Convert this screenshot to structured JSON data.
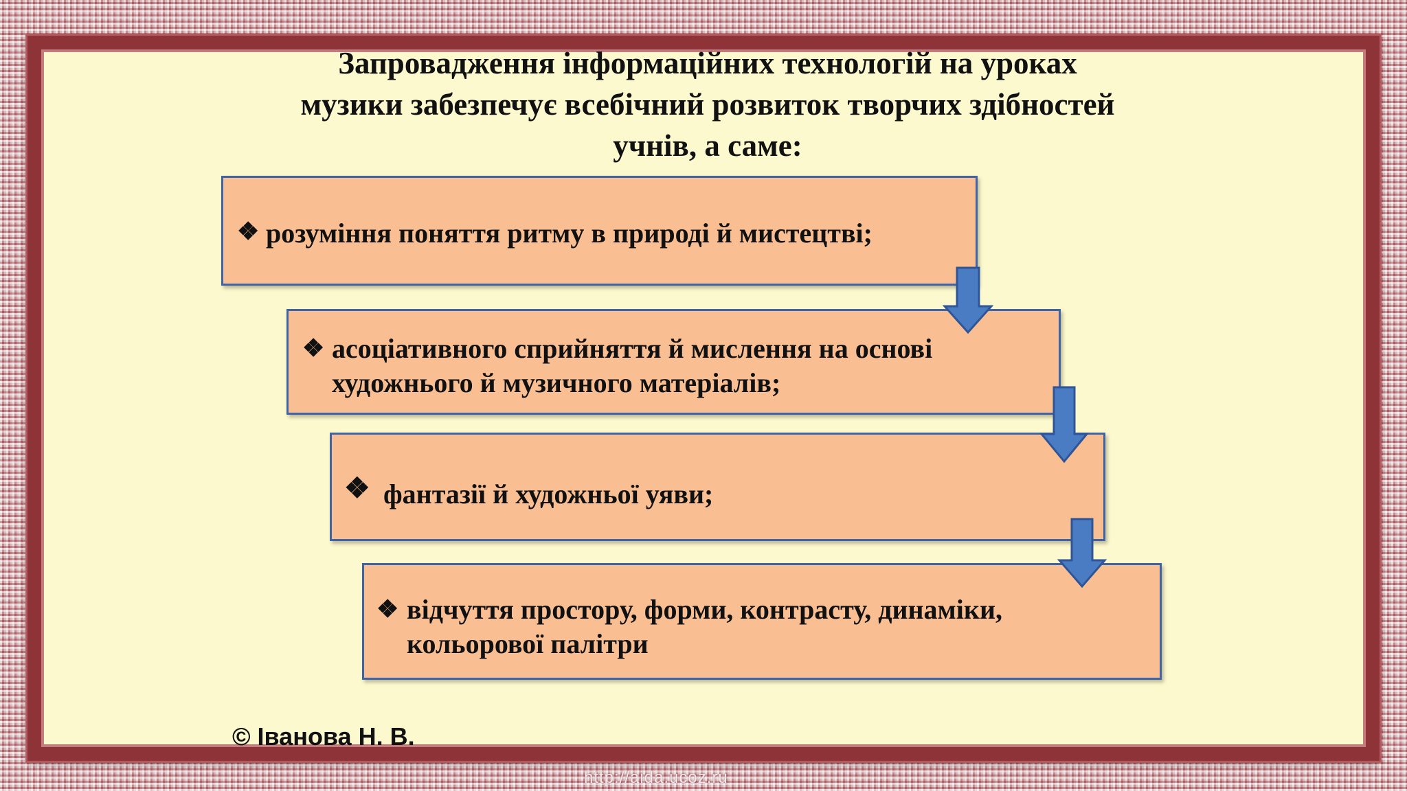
{
  "title": {
    "line1": "Запровадження інформаційних технологій на уроках",
    "line2": "музики забезпечує всебічний розвиток творчих здібностей",
    "line3": "учнів, а саме:"
  },
  "bullet_glyph": "❖",
  "items": [
    {
      "text": "розуміння поняття ритму в природі й мистецтві;"
    },
    {
      "line1": "асоціативного  сприйняття й мислення на основі",
      "line2": "художнього й музичного матеріалів;"
    },
    {
      "text": "фантазії й художньої уяви;"
    },
    {
      "line1": "відчуття простору, форми, контрасту, динаміки,",
      "line2": "кольорової палітри"
    }
  ],
  "copyright": "© Іванова Н. В.",
  "watermark": "http://aida.ucoz.ru",
  "colors": {
    "frame": "#8e3438",
    "slide_background": "#fdf9cf",
    "box_fill": "#f9bf93",
    "box_border": "#3f64a6",
    "arrow": "#4a7cc4"
  }
}
